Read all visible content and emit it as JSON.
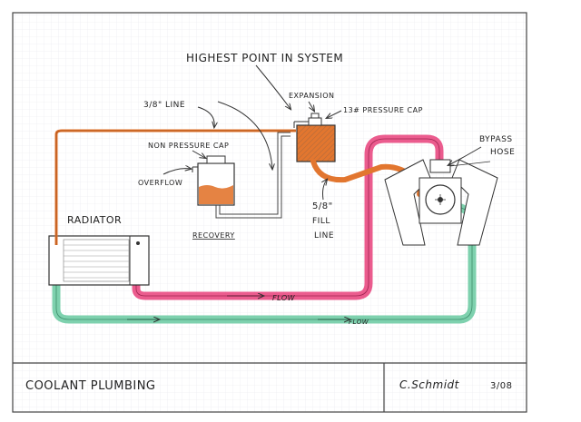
{
  "labels": {
    "highest_point": "HIGHEST POINT IN SYSTEM",
    "expansion": "EXPANSION",
    "pressure_cap": "13# PRESSURE CAP",
    "line_38": "3/8\" LINE",
    "non_pressure_cap": "NON PRESSURE CAP",
    "overflow": "OVERFLOW",
    "recovery": "RECOVERY",
    "fill_line_size": "5/8\"",
    "fill_line_1": "FILL",
    "fill_line_2": "LINE",
    "bypass_hose_1": "BYPASS",
    "bypass_hose_2": "HOSE",
    "radiator": "RADIATOR",
    "flow_upper": "FLOW",
    "flow_lower": "FLOW"
  },
  "title_block": {
    "title": "COOLANT PLUMBING",
    "author": "C.Schmidt",
    "date": "3/08"
  },
  "colors": {
    "hot_line": "#e8407a",
    "cold_line": "#67c9a0",
    "orange_line": "#e2762f",
    "ink": "#2b2b2b",
    "grid": "#e6e6ea"
  }
}
